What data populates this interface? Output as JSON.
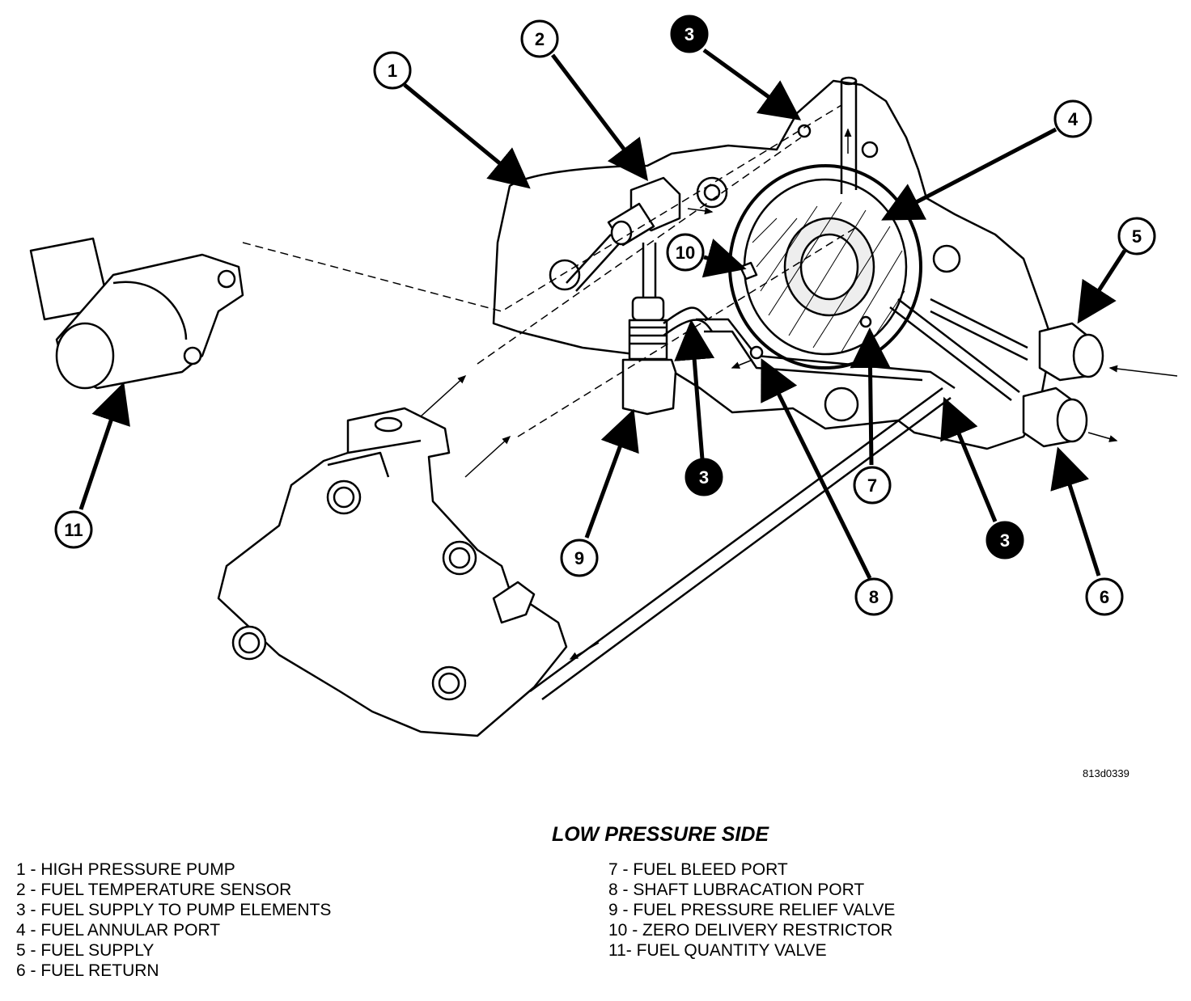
{
  "figure_id": "813d0339",
  "title": "LOW PRESSURE SIDE",
  "callouts": [
    {
      "label": "1"
    },
    {
      "label": "2"
    },
    {
      "label": "3"
    },
    {
      "label": "4"
    },
    {
      "label": "5"
    },
    {
      "label": "6"
    },
    {
      "label": "7"
    },
    {
      "label": "8"
    },
    {
      "label": "9"
    },
    {
      "label": "10"
    },
    {
      "label": "11"
    },
    {
      "label": "3"
    },
    {
      "label": "3"
    }
  ],
  "legend": {
    "left": [
      "1 - HIGH PRESSURE PUMP",
      "2 - FUEL TEMPERATURE SENSOR",
      "3 - FUEL SUPPLY TO PUMP ELEMENTS",
      "4 - FUEL ANNULAR PORT",
      "5 - FUEL SUPPLY",
      "6 - FUEL RETURN"
    ],
    "right": [
      "7 - FUEL BLEED PORT",
      "8 - SHAFT LUBRACATION PORT",
      "9 - FUEL PRESSURE RELIEF VALVE",
      "10 - ZERO DELIVERY RESTRICTOR",
      "11- FUEL QUANTITY VALVE"
    ]
  }
}
